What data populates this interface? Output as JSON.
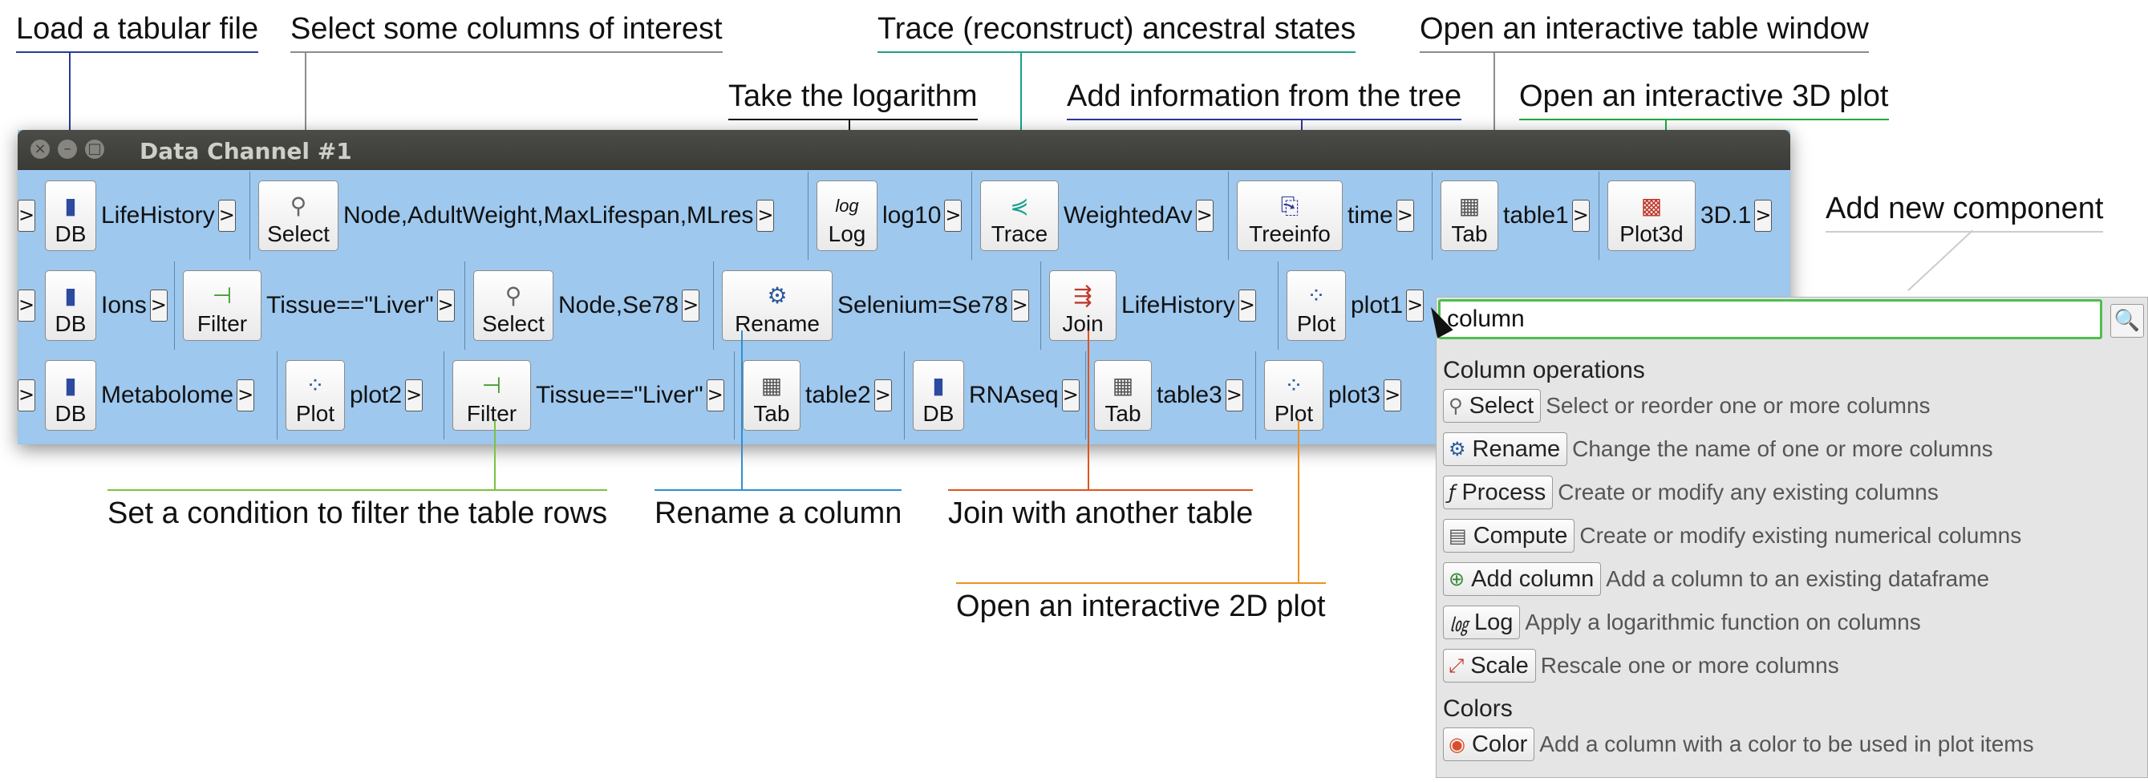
{
  "annotations": {
    "load": "Load a tabular file",
    "select": "Select some columns of interest",
    "trace": "Trace (reconstruct) ancestral states",
    "table": "Open an interactive table window",
    "log": "Take the logarithm",
    "treeinfo": "Add information from the tree",
    "plot3d": "Open an interactive 3D plot",
    "add": "Add new component",
    "filter": "Set a condition to filter the table rows",
    "rename": "Rename a column",
    "join": "Join with another table",
    "plot2d": "Open an interactive 2D plot"
  },
  "colors": {
    "load": "#2b3a9c",
    "select": "#8c8c8c",
    "trace": "#1aa08c",
    "table": "#8c8c8c",
    "log": "#111111",
    "treeinfo": "#2b3a9c",
    "plot3d": "#22aa44",
    "filter": "#7cc242",
    "rename": "#2f8fd0",
    "join": "#e0531e",
    "plot2d": "#f0901e",
    "window_bg": "#9ec8ee",
    "search_border": "#4dbf4d"
  },
  "window": {
    "title": "Data Channel #1",
    "close": "×",
    "minimize": "–",
    "maximize": "□",
    "arrow": ">"
  },
  "rows": [
    [
      {
        "label": "DB",
        "arg": "LifeHistory",
        "icon": "database-icon",
        "glyph": "▮"
      },
      {
        "label": "Select",
        "arg": "Node,AdultWeight,MaxLifespan,MLres",
        "icon": "select-icon",
        "glyph": "⚲"
      },
      {
        "label": "Log",
        "arg": "log10",
        "icon": "log-icon",
        "glyph": "log"
      },
      {
        "label": "Trace",
        "arg": "WeightedAv",
        "icon": "trace-icon",
        "glyph": "⋞"
      },
      {
        "label": "Treeinfo",
        "arg": "time",
        "icon": "treeinfo-icon",
        "glyph": "⎘"
      },
      {
        "label": "Tab",
        "arg": "table1",
        "icon": "table-icon",
        "glyph": "▦"
      },
      {
        "label": "Plot3d",
        "arg": "3D.1",
        "icon": "plot3d-icon",
        "glyph": "▩"
      }
    ],
    [
      {
        "label": "DB",
        "arg": "Ions",
        "icon": "database-icon",
        "glyph": "▮"
      },
      {
        "label": "Filter",
        "arg": "Tissue==\"Liver\"",
        "icon": "filter-icon",
        "glyph": "⊣"
      },
      {
        "label": "Select",
        "arg": "Node,Se78",
        "icon": "select-icon",
        "glyph": "⚲"
      },
      {
        "label": "Rename",
        "arg": "Selenium=Se78",
        "icon": "rename-icon",
        "glyph": "⚙"
      },
      {
        "label": "Join",
        "arg": "LifeHistory",
        "icon": "join-icon",
        "glyph": "⇶"
      },
      {
        "label": "Plot",
        "arg": "plot1",
        "icon": "plot-icon",
        "glyph": "⁘"
      }
    ],
    [
      {
        "label": "DB",
        "arg": "Metabolome",
        "icon": "database-icon",
        "glyph": "▮"
      },
      {
        "label": "Plot",
        "arg": "plot2",
        "icon": "plot-icon",
        "glyph": "⁘"
      },
      {
        "label": "Filter",
        "arg": "Tissue==\"Liver\"",
        "icon": "filter-icon",
        "glyph": "⊣"
      },
      {
        "label": "Tab",
        "arg": "table2",
        "icon": "table-icon",
        "glyph": "▦"
      },
      {
        "label": "DB",
        "arg": "RNAseq",
        "icon": "database-icon",
        "glyph": "▮"
      },
      {
        "label": "Tab",
        "arg": "table3",
        "icon": "table-icon",
        "glyph": "▦"
      },
      {
        "label": "Plot",
        "arg": "plot3",
        "icon": "plot-icon",
        "glyph": "⁘"
      }
    ]
  ],
  "popup": {
    "search_value": "column",
    "search_glyph": "🔍",
    "section1": "Column operations",
    "section2": "Colors",
    "items": [
      {
        "label": "Select",
        "desc": "Select or reorder one or more columns",
        "icon": "select-icon",
        "glyph": "⚲"
      },
      {
        "label": "Rename",
        "desc": "Change the name of one or more columns",
        "icon": "rename-icon",
        "glyph": "⚙"
      },
      {
        "label": "Process",
        "desc": "Create or modify any existing columns",
        "icon": "function-icon",
        "glyph": "ƒ"
      },
      {
        "label": "Compute",
        "desc": "Create or modify existing numerical columns",
        "icon": "compute-icon",
        "glyph": "▤"
      },
      {
        "label": "Add column",
        "desc": "Add a column to an existing dataframe",
        "icon": "add-column-icon",
        "glyph": "⊕"
      },
      {
        "label": "Log",
        "desc": "Apply a logarithmic function on columns",
        "icon": "log-icon",
        "glyph": "㏒"
      },
      {
        "label": "Scale",
        "desc": "Rescale one or more columns",
        "icon": "scale-icon",
        "glyph": "⤢"
      }
    ],
    "color_item": {
      "label": "Color",
      "desc": "Add a column with a color to be used in plot items",
      "icon": "color-wheel-icon",
      "glyph": "◉"
    }
  }
}
